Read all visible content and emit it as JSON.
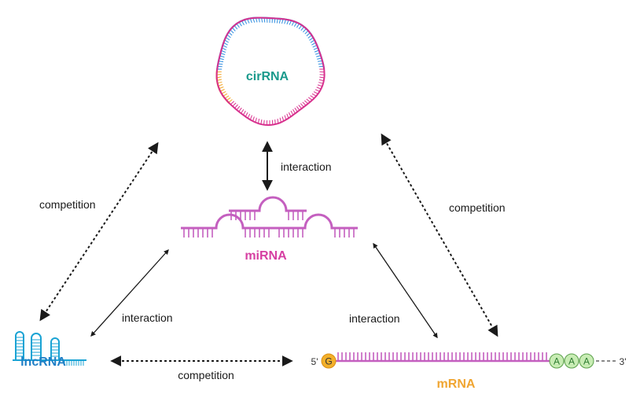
{
  "nodes": {
    "cirrna": {
      "label": "cirRNA"
    },
    "mirna": {
      "label": "miRNA"
    },
    "lncrna": {
      "label": "lncRNA"
    },
    "mrna": {
      "label": "mRNA",
      "five_prime": "5'",
      "three_prime": "3'",
      "cap": "G",
      "polya": [
        "A",
        "A",
        "A"
      ]
    }
  },
  "edges": {
    "cir_mi": "interaction",
    "cir_lnc": "competition",
    "cir_m": "competition",
    "mi_lnc": "interaction",
    "mi_m": "interaction",
    "lnc_m": "competition"
  },
  "colors": {
    "cirrna": "#1a9a8c",
    "mirna": "#d63fa2",
    "lncrna": "#1f7fc6",
    "mrna": "#f0a531",
    "mirna_line": "#c45fbf",
    "mrna_line": "#c45fbf",
    "lncrna_line": "#1aa3d4",
    "circle_blue": "#2f8ee0",
    "circle_orange": "#f3a627",
    "circle_pink": "#d8318e",
    "arrow": "#1a1a1a",
    "cap_fill": "#f3b02a",
    "polya_fill": "#c8ecb4",
    "polya_stroke": "#5aa04a"
  }
}
